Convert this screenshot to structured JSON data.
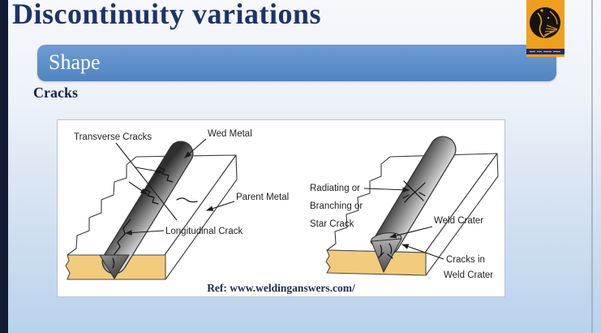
{
  "slide": {
    "title": "Discontinuity variations",
    "banner_label": "Shape",
    "section_heading": "Cracks",
    "reference": "Ref: www.weldinganswers.com/"
  },
  "icons": {
    "logo": "organization-emblem"
  },
  "colors": {
    "title_text": "#1d3468",
    "left_edge_bar": "#131b34",
    "banner_accent": "#5d8fc9",
    "logo_orange": "#ef9f1e",
    "plate_tan": "#f2cb7d",
    "panel_bg": "#ffffff"
  },
  "left_diagram": {
    "label_transverse": "Transverse Cracks",
    "label_weld_metal": "Wed Metal",
    "label_parent_metal": "Parent Metal",
    "label_longitudinal": "Longitudinal Crack"
  },
  "right_diagram": {
    "label_radiating_1": "Radiating or",
    "label_radiating_2": "Branching or",
    "label_radiating_3": "Star Crack",
    "label_weld_crater": "Weld Crater",
    "label_crater_cracks_1": "Cracks in",
    "label_crater_cracks_2": "Weld Crater"
  }
}
